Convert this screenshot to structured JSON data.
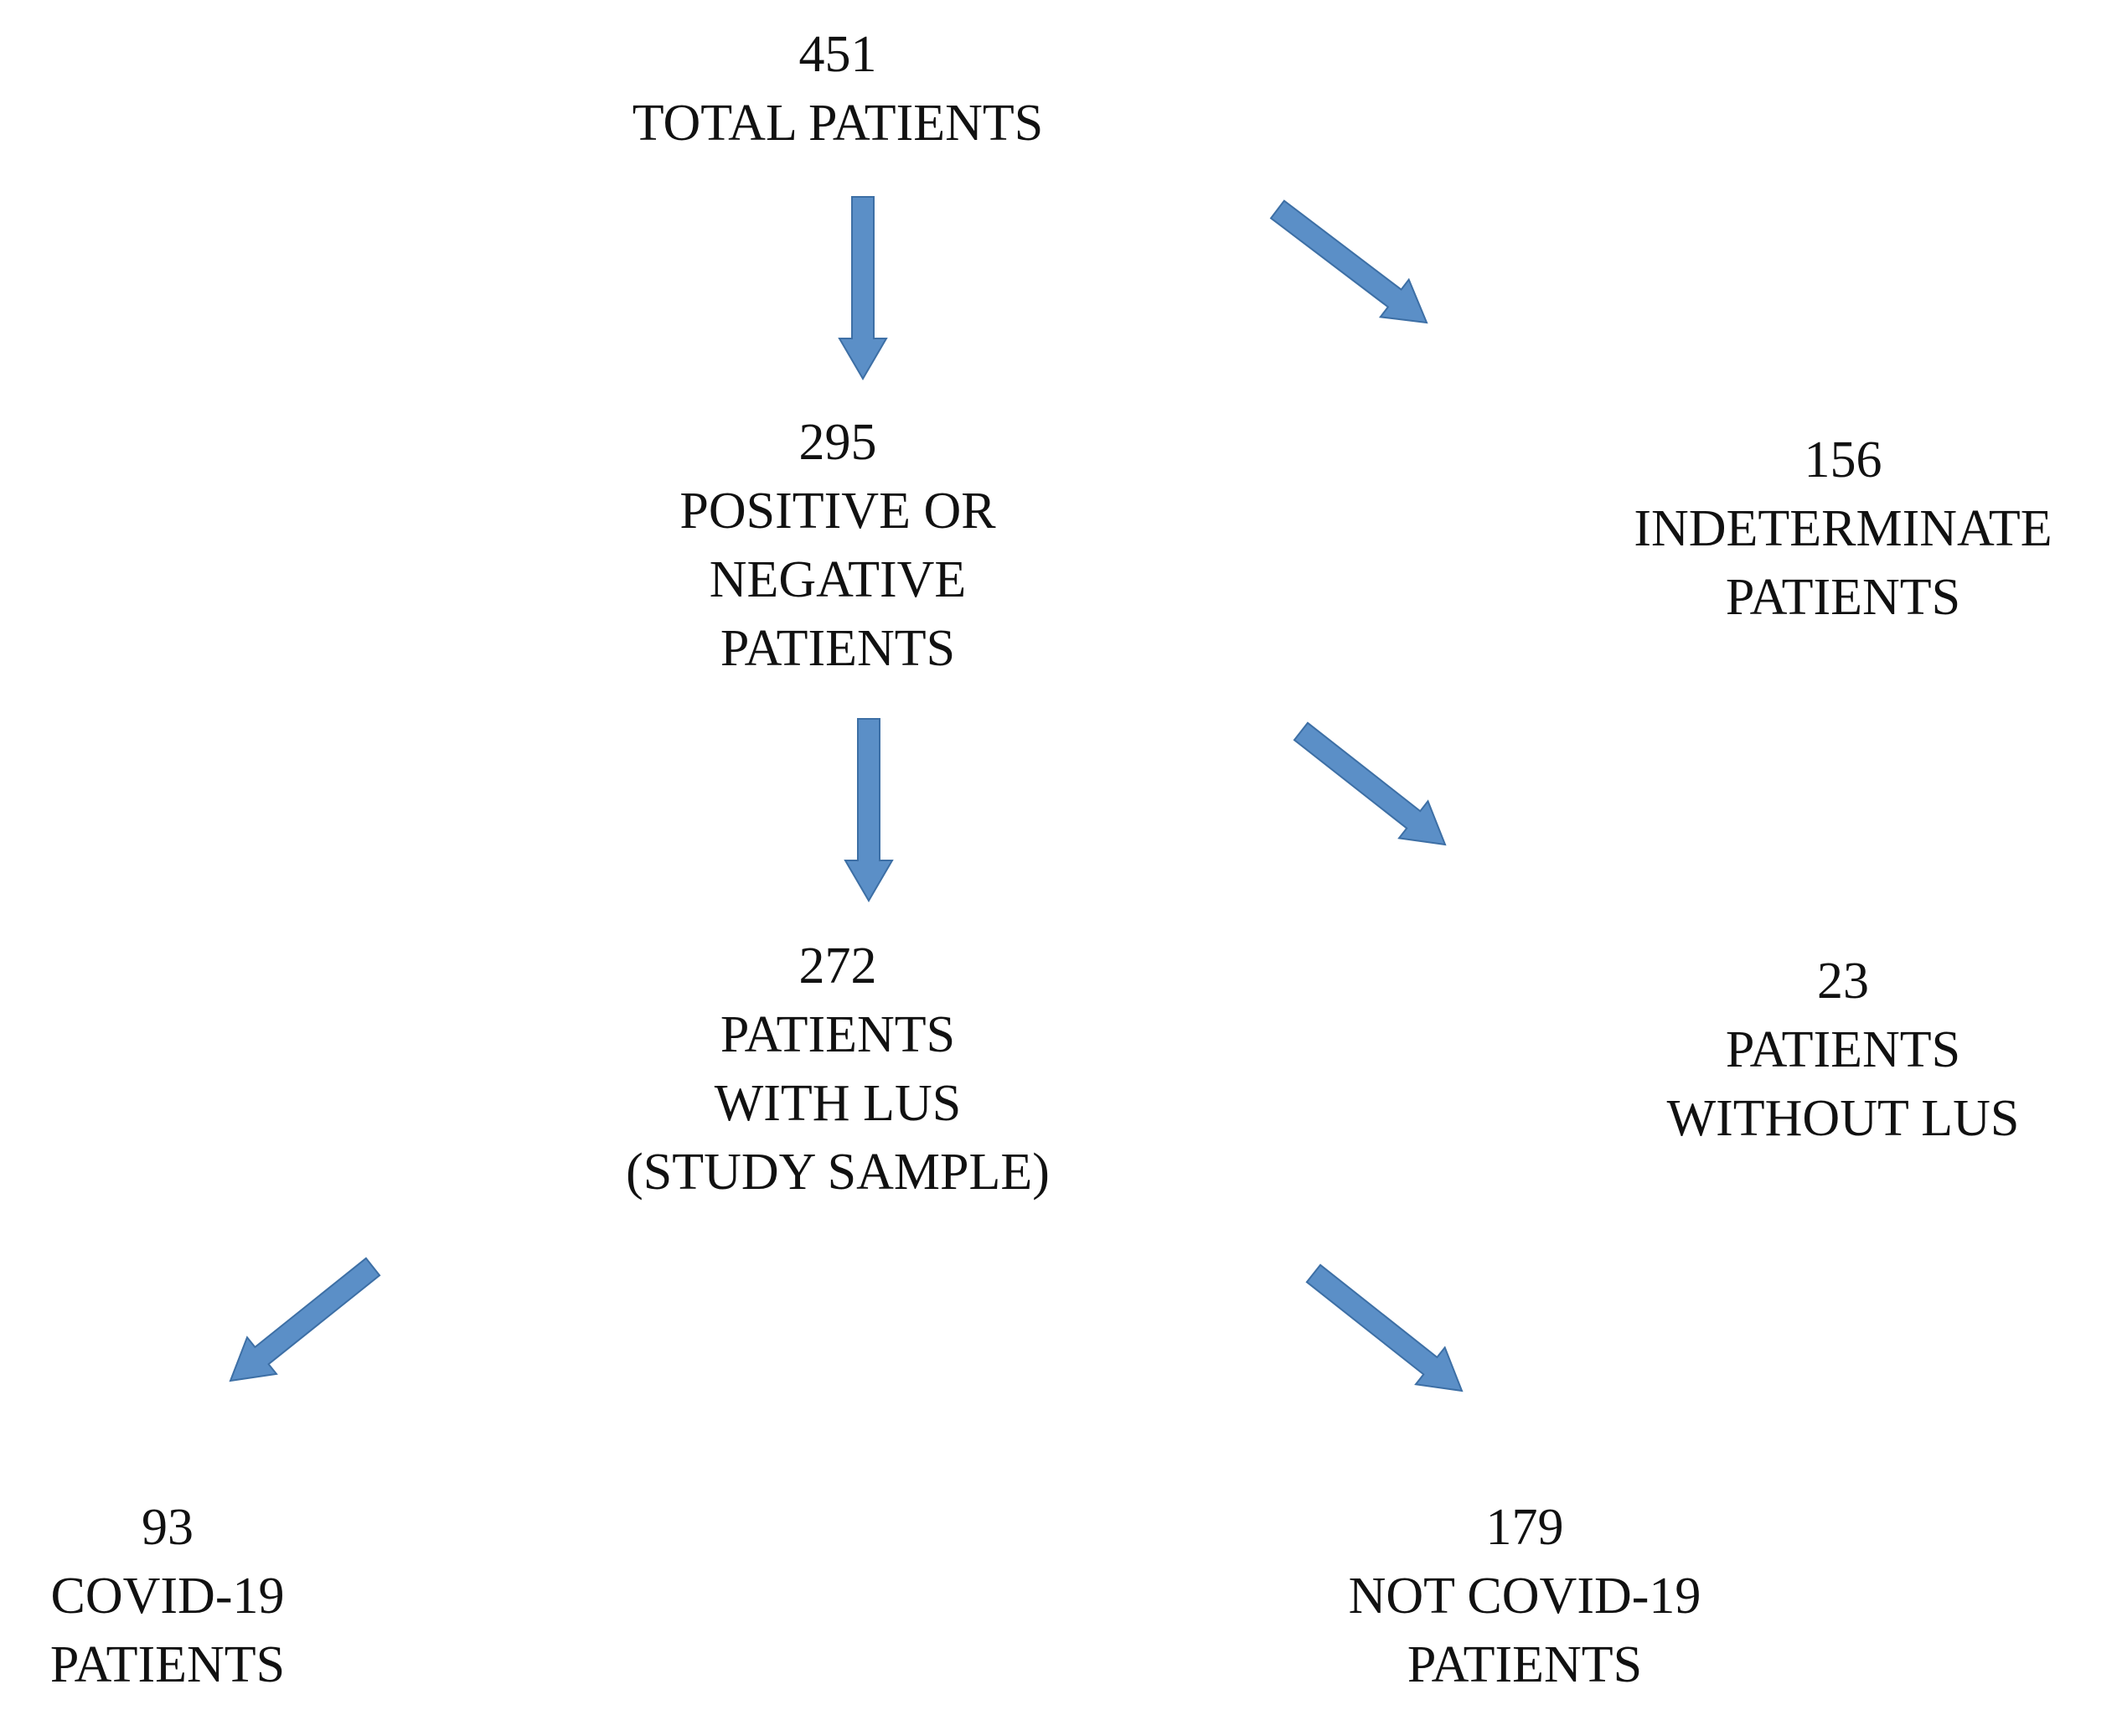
{
  "colors": {
    "arrow_fill": "#5b8fc7",
    "arrow_stroke": "#3d6fa5",
    "text": "#111111"
  },
  "nodes": {
    "total": {
      "count": "451",
      "lines": [
        "TOTAL PATIENTS"
      ]
    },
    "pos_neg": {
      "count": "295",
      "lines": [
        "POSITIVE OR",
        "NEGATIVE",
        "PATIENTS"
      ]
    },
    "indeterminate": {
      "count": "156",
      "lines": [
        "INDETERMINATE",
        "PATIENTS"
      ]
    },
    "with_lus": {
      "count": "272",
      "lines": [
        "PATIENTS",
        "WITH LUS",
        "(STUDY SAMPLE)"
      ]
    },
    "without_lus": {
      "count": "23",
      "lines": [
        "PATIENTS",
        "WITHOUT LUS"
      ]
    },
    "covid": {
      "count": "93",
      "lines": [
        "COVID-19",
        "PATIENTS"
      ]
    },
    "not_covid": {
      "count": "179",
      "lines": [
        "NOT COVID-19",
        "PATIENTS"
      ]
    }
  },
  "edges": [
    {
      "from": "total",
      "to": "pos_neg"
    },
    {
      "from": "total",
      "to": "indeterminate"
    },
    {
      "from": "pos_neg",
      "to": "with_lus"
    },
    {
      "from": "pos_neg",
      "to": "without_lus"
    },
    {
      "from": "with_lus",
      "to": "covid"
    },
    {
      "from": "with_lus",
      "to": "not_covid"
    }
  ]
}
